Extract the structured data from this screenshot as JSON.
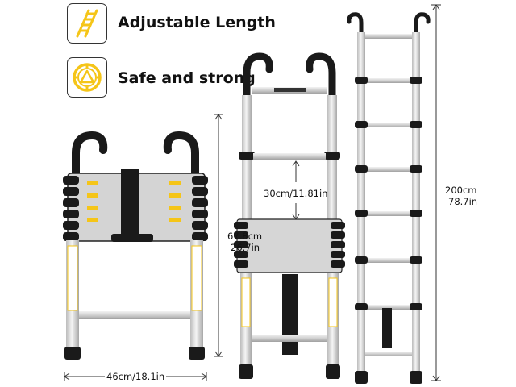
{
  "features": [
    {
      "label": "Adjustable Length",
      "icon": "ladder-icon"
    },
    {
      "label": "Safe and strong",
      "icon": "safety-ring-icon"
    }
  ],
  "dimensions": {
    "width": "46cm/18.1in",
    "folded_height_cm": "67.8cm",
    "folded_height_in": "26.7in",
    "step_spacing": "30cm/11.81in",
    "full_height_cm": "200cm",
    "full_height_in": "78.7in"
  },
  "colors": {
    "accent": "#f5c518",
    "ladder_black": "#1a1a1a",
    "aluminum": "#d8d8d8"
  }
}
